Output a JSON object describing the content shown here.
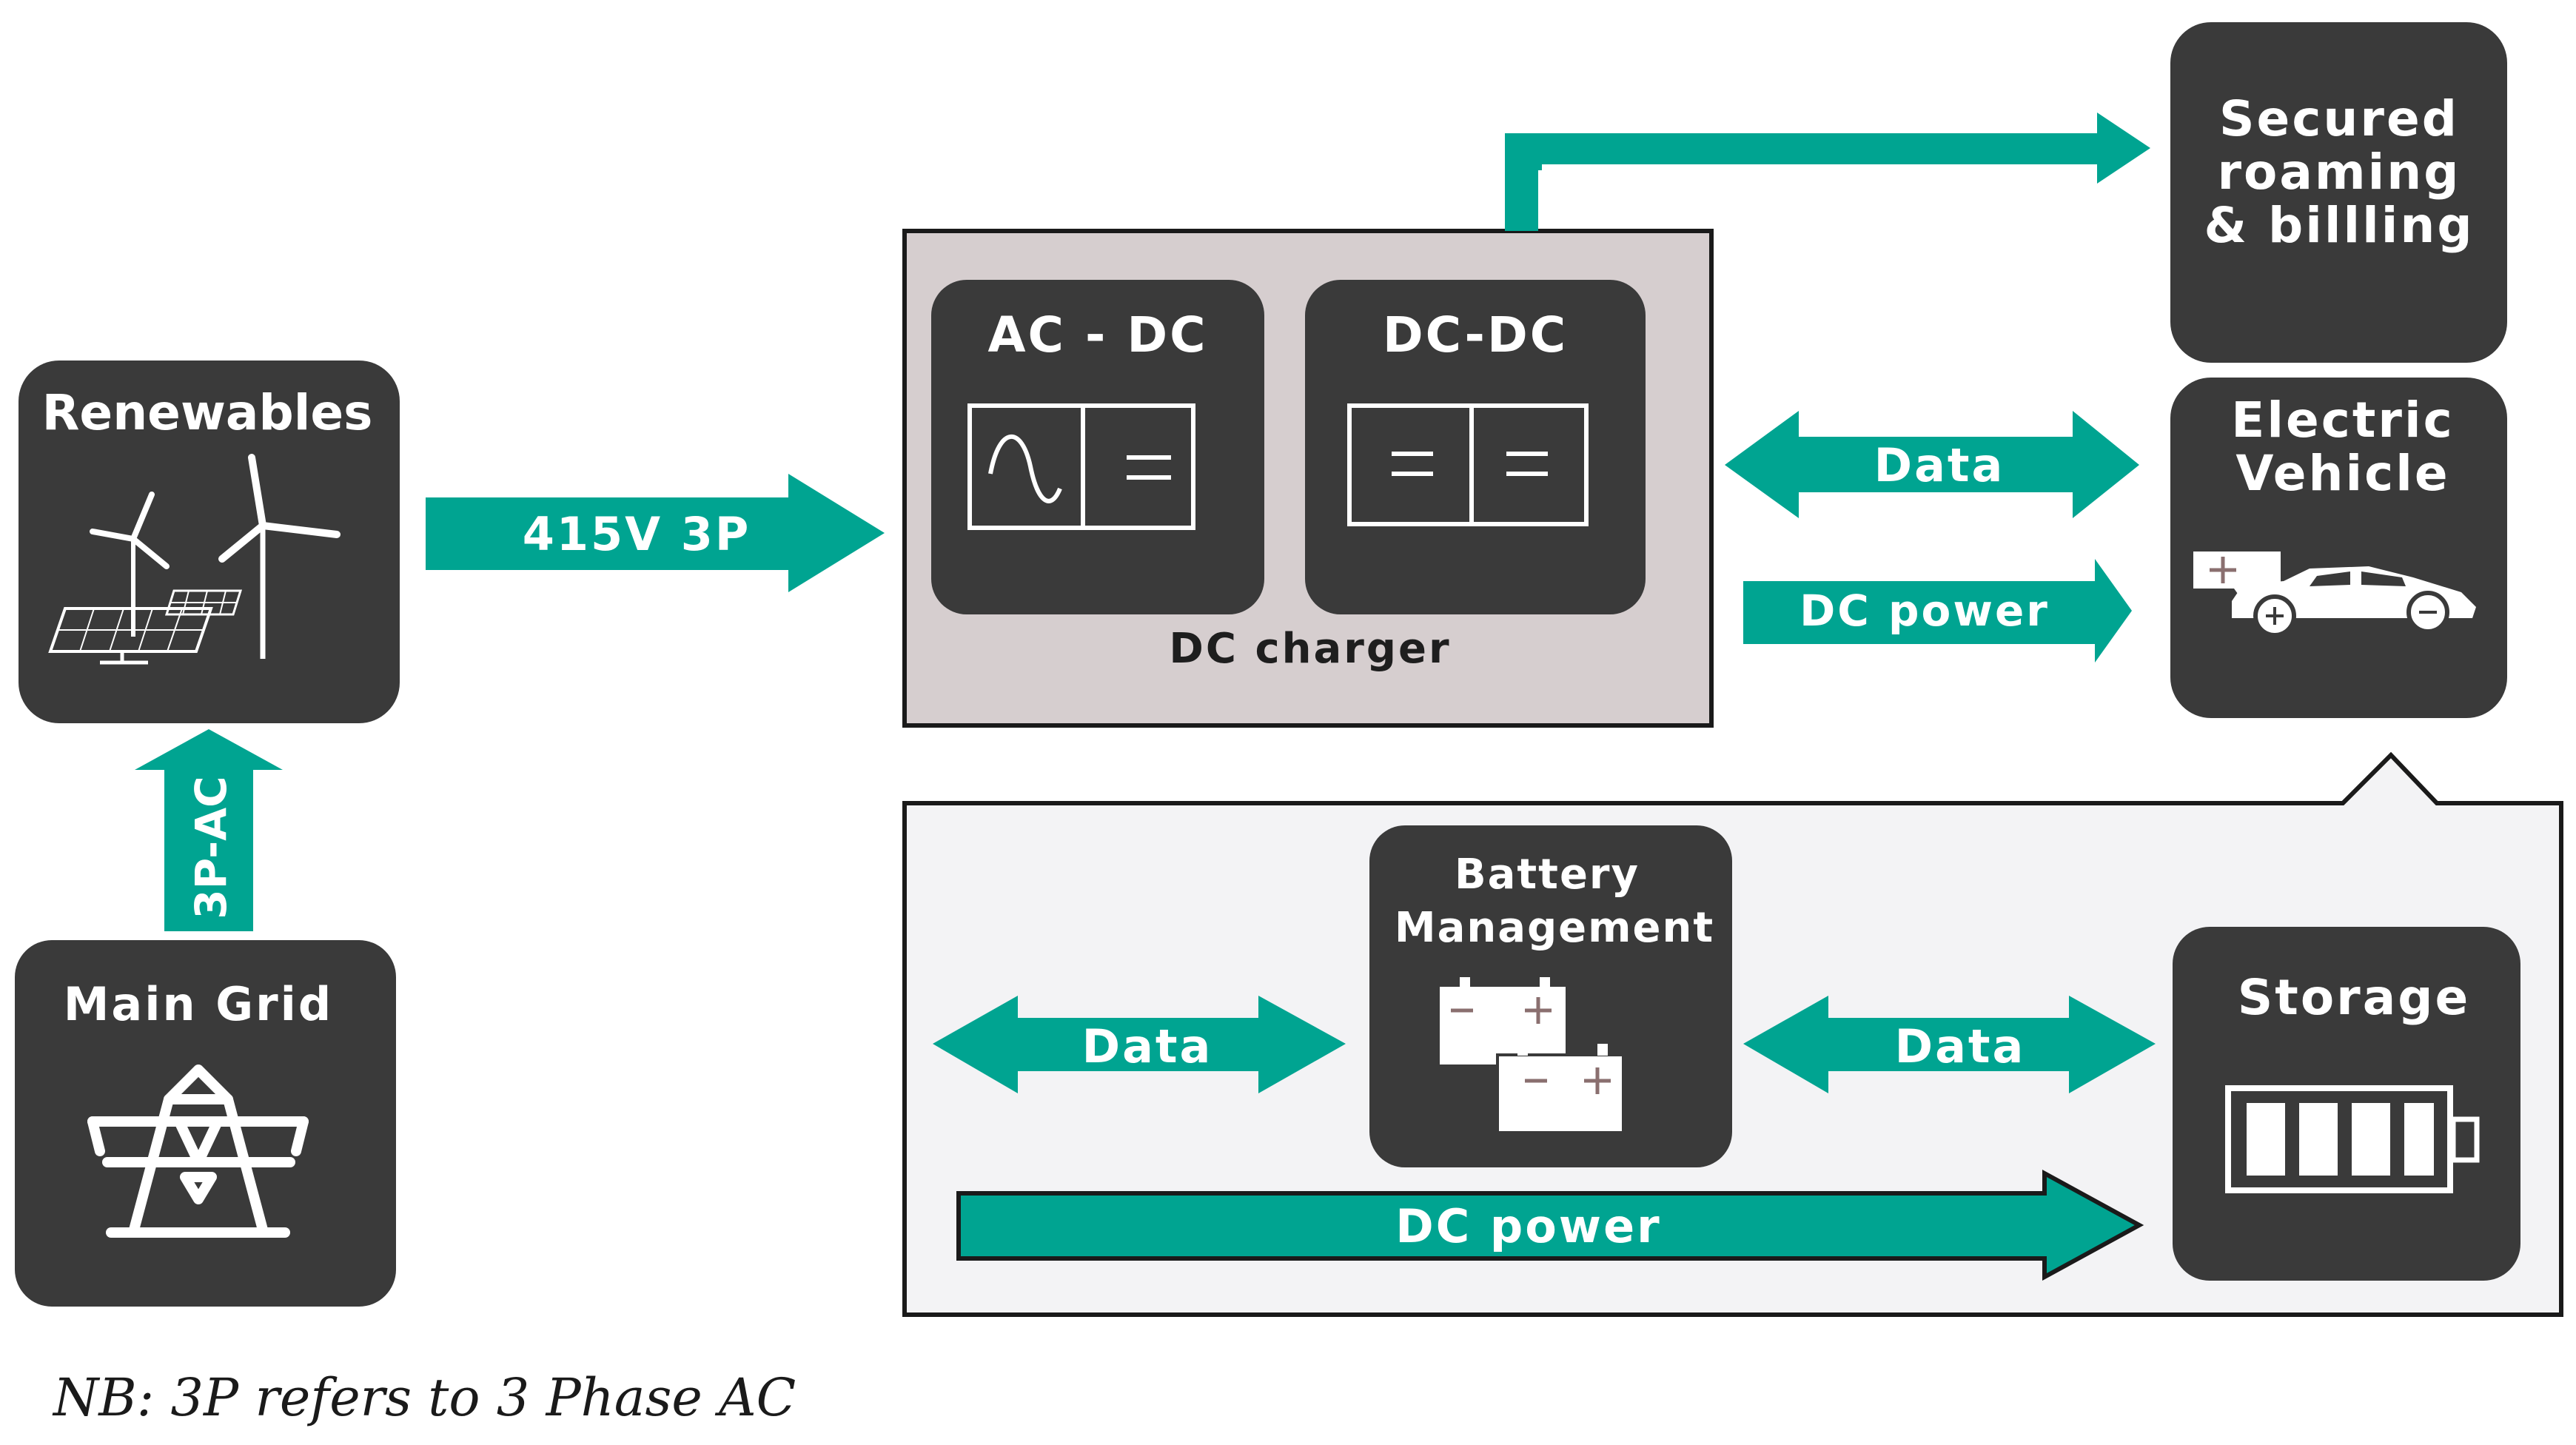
{
  "colors": {
    "teal": "#00A491",
    "dark_box": "#3A3A3A",
    "charger_bg": "#D6CECF",
    "bottom_panel_bg": "#F3F3F5",
    "white": "#FFFFFF"
  },
  "nodes": {
    "renewables": "Renewables",
    "main_grid": "Main Grid",
    "ac_dc": "AC - DC",
    "dc_dc": "DC-DC",
    "dc_charger": "DC charger",
    "secured_roaming": [
      "Secured",
      "roaming",
      "& billling"
    ],
    "electric_vehicle": [
      "Electric",
      "Vehicle"
    ],
    "battery_management": [
      "Battery",
      "Management"
    ],
    "storage": "Storage"
  },
  "arrows": {
    "grid_to_renewables": "3P-AC",
    "renewables_to_charger": "415V 3P",
    "charger_ev_data": "Data",
    "charger_ev_power": "DC power",
    "panel_data_left": "Data",
    "bms_storage_data": "Data",
    "panel_dc_power": "DC power"
  },
  "icons": {
    "renewables": "wind-solar-icon",
    "main_grid": "transmission-tower-icon",
    "ac_dc": "ac-dc-converter-icon",
    "dc_dc": "dc-dc-converter-icon",
    "electric_vehicle": "electric-car-icon",
    "battery_management": "battery-cells-icon",
    "storage": "battery-level-icon"
  },
  "note": "NB: 3P refers to 3 Phase AC"
}
